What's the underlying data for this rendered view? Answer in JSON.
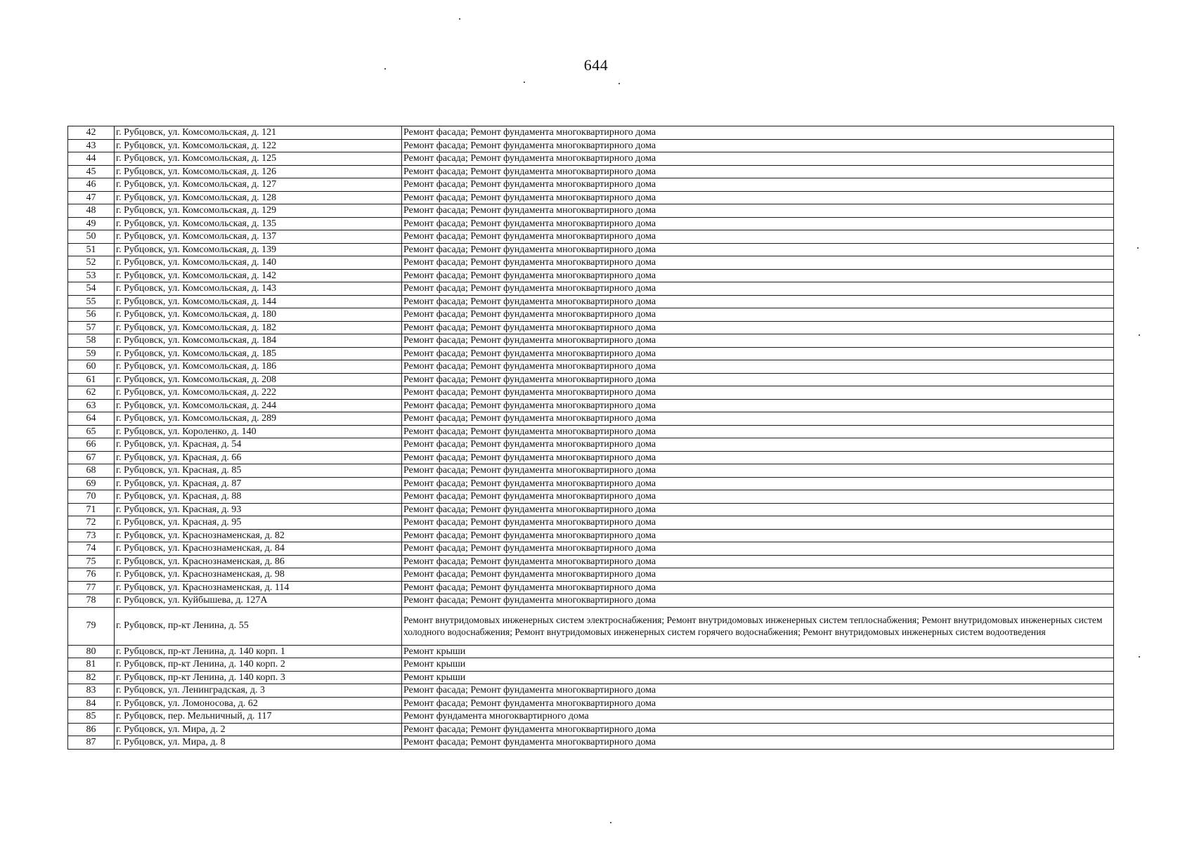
{
  "page_number": "644",
  "table": {
    "rows": [
      {
        "num": "42",
        "address": "г. Рубцовск, ул. Комсомольская, д. 121",
        "works": "Ремонт фасада; Ремонт фундамента многоквартирного дома"
      },
      {
        "num": "43",
        "address": "г. Рубцовск, ул. Комсомольская, д. 122",
        "works": "Ремонт фасада; Ремонт фундамента многоквартирного дома"
      },
      {
        "num": "44",
        "address": "г. Рубцовск, ул. Комсомольская, д. 125",
        "works": "Ремонт фасада; Ремонт фундамента многоквартирного дома"
      },
      {
        "num": "45",
        "address": "г. Рубцовск, ул. Комсомольская, д. 126",
        "works": "Ремонт фасада; Ремонт фундамента многоквартирного дома"
      },
      {
        "num": "46",
        "address": "г. Рубцовск, ул. Комсомольская, д. 127",
        "works": "Ремонт фасада; Ремонт фундамента многоквартирного дома"
      },
      {
        "num": "47",
        "address": "г. Рубцовск, ул. Комсомольская, д. 128",
        "works": "Ремонт фасада; Ремонт фундамента многоквартирного дома"
      },
      {
        "num": "48",
        "address": "г. Рубцовск, ул. Комсомольская, д. 129",
        "works": "Ремонт фасада; Ремонт фундамента многоквартирного дома"
      },
      {
        "num": "49",
        "address": "г. Рубцовск, ул. Комсомольская, д. 135",
        "works": "Ремонт фасада; Ремонт фундамента многоквартирного дома"
      },
      {
        "num": "50",
        "address": "г. Рубцовск, ул. Комсомольская, д. 137",
        "works": "Ремонт фасада; Ремонт фундамента многоквартирного дома"
      },
      {
        "num": "51",
        "address": "г. Рубцовск, ул. Комсомольская, д. 139",
        "works": "Ремонт фасада; Ремонт фундамента многоквартирного дома"
      },
      {
        "num": "52",
        "address": "г. Рубцовск, ул. Комсомольская, д. 140",
        "works": "Ремонт фасада; Ремонт фундамента многоквартирного дома"
      },
      {
        "num": "53",
        "address": "г. Рубцовск, ул. Комсомольская, д. 142",
        "works": "Ремонт фасада; Ремонт фундамента многоквартирного дома"
      },
      {
        "num": "54",
        "address": "г. Рубцовск, ул. Комсомольская, д. 143",
        "works": "Ремонт фасада; Ремонт фундамента многоквартирного дома"
      },
      {
        "num": "55",
        "address": "г. Рубцовск, ул. Комсомольская, д. 144",
        "works": "Ремонт фасада; Ремонт фундамента многоквартирного дома"
      },
      {
        "num": "56",
        "address": "г. Рубцовск, ул. Комсомольская, д. 180",
        "works": "Ремонт фасада; Ремонт фундамента многоквартирного дома"
      },
      {
        "num": "57",
        "address": "г. Рубцовск, ул. Комсомольская, д. 182",
        "works": "Ремонт фасада; Ремонт фундамента многоквартирного дома"
      },
      {
        "num": "58",
        "address": "г. Рубцовск, ул. Комсомольская, д. 184",
        "works": "Ремонт фасада; Ремонт фундамента многоквартирного дома"
      },
      {
        "num": "59",
        "address": "г. Рубцовск, ул. Комсомольская, д. 185",
        "works": "Ремонт фасада; Ремонт фундамента многоквартирного дома"
      },
      {
        "num": "60",
        "address": "г. Рубцовск, ул. Комсомольская, д. 186",
        "works": "Ремонт фасада; Ремонт фундамента многоквартирного дома"
      },
      {
        "num": "61",
        "address": "г. Рубцовск, ул. Комсомольская, д. 208",
        "works": "Ремонт фасада; Ремонт фундамента многоквартирного дома"
      },
      {
        "num": "62",
        "address": "г. Рубцовск, ул. Комсомольская, д. 222",
        "works": "Ремонт фасада; Ремонт фундамента многоквартирного дома"
      },
      {
        "num": "63",
        "address": "г. Рубцовск, ул. Комсомольская, д. 244",
        "works": "Ремонт фасада; Ремонт фундамента многоквартирного дома"
      },
      {
        "num": "64",
        "address": "г. Рубцовск, ул. Комсомольская, д. 289",
        "works": "Ремонт фасада; Ремонт фундамента многоквартирного дома"
      },
      {
        "num": "65",
        "address": "г. Рубцовск, ул. Короленко, д. 140",
        "works": "Ремонт фасада; Ремонт фундамента многоквартирного дома"
      },
      {
        "num": "66",
        "address": "г. Рубцовск, ул. Красная, д. 54",
        "works": "Ремонт фасада; Ремонт фундамента многоквартирного дома"
      },
      {
        "num": "67",
        "address": "г. Рубцовск, ул. Красная, д. 66",
        "works": "Ремонт фасада; Ремонт фундамента многоквартирного дома"
      },
      {
        "num": "68",
        "address": "г. Рубцовск, ул. Красная, д. 85",
        "works": "Ремонт фасада; Ремонт фундамента многоквартирного дома"
      },
      {
        "num": "69",
        "address": "г. Рубцовск, ул. Красная, д. 87",
        "works": "Ремонт фасада; Ремонт фундамента многоквартирного дома"
      },
      {
        "num": "70",
        "address": "г. Рубцовск, ул. Красная, д. 88",
        "works": "Ремонт фасада; Ремонт фундамента многоквартирного дома"
      },
      {
        "num": "71",
        "address": "г. Рубцовск, ул. Красная, д. 93",
        "works": "Ремонт фасада; Ремонт фундамента многоквартирного дома"
      },
      {
        "num": "72",
        "address": "г. Рубцовск, ул. Красная, д. 95",
        "works": "Ремонт фасада; Ремонт фундамента многоквартирного дома"
      },
      {
        "num": "73",
        "address": "г. Рубцовск, ул. Краснознаменская, д. 82",
        "works": "Ремонт фасада; Ремонт фундамента многоквартирного дома"
      },
      {
        "num": "74",
        "address": "г. Рубцовск, ул. Краснознаменская, д. 84",
        "works": "Ремонт фасада; Ремонт фундамента многоквартирного дома"
      },
      {
        "num": "75",
        "address": "г. Рубцовск, ул. Краснознаменская, д. 86",
        "works": "Ремонт фасада; Ремонт фундамента многоквартирного дома"
      },
      {
        "num": "76",
        "address": "г. Рубцовск, ул. Краснознаменская, д. 98",
        "works": "Ремонт фасада; Ремонт фундамента многоквартирного дома"
      },
      {
        "num": "77",
        "address": "г. Рубцовск, ул. Краснознаменская, д. 114",
        "works": "Ремонт фасада; Ремонт фундамента многоквартирного дома"
      },
      {
        "num": "78",
        "address": "г. Рубцовск, ул. Куйбышева, д. 127А",
        "works": "Ремонт фасада; Ремонт фундамента многоквартирного дома"
      },
      {
        "num": "79",
        "address": "г. Рубцовск, пр-кт Ленина, д. 55",
        "works": "Ремонт внутридомовых инженерных систем электроснабжения; Ремонт внутридомовых инженерных систем теплоснабжения; Ремонт внутридомовых инженерных систем холодного водоснабжения; Ремонт внутридомовых инженерных систем горячего водоснабжения; Ремонт внутридомовых инженерных систем водоотведения"
      },
      {
        "num": "80",
        "address": "г. Рубцовск, пр-кт Ленина, д. 140 корп. 1",
        "works": "Ремонт крыши"
      },
      {
        "num": "81",
        "address": "г. Рубцовск, пр-кт Ленина, д. 140 корп. 2",
        "works": "Ремонт крыши"
      },
      {
        "num": "82",
        "address": "г. Рубцовск, пр-кт Ленина, д. 140 корп. 3",
        "works": "Ремонт крыши"
      },
      {
        "num": "83",
        "address": "г. Рубцовск, ул. Ленинградская, д. 3",
        "works": "Ремонт фасада; Ремонт фундамента многоквартирного дома"
      },
      {
        "num": "84",
        "address": "г. Рубцовск, ул. Ломоносова, д. 62",
        "works": "Ремонт фасада; Ремонт фундамента многоквартирного дома"
      },
      {
        "num": "85",
        "address": "г. Рубцовск, пер. Мельничный, д. 117",
        "works": "Ремонт фундамента многоквартирного дома"
      },
      {
        "num": "86",
        "address": "г. Рубцовск, ул. Мира, д. 2",
        "works": "Ремонт фасада; Ремонт фундамента многоквартирного дома"
      },
      {
        "num": "87",
        "address": "г. Рубцовск, ул. Мира, д. 8",
        "works": "Ремонт фасада; Ремонт фундамента многоквартирного дома"
      }
    ]
  }
}
